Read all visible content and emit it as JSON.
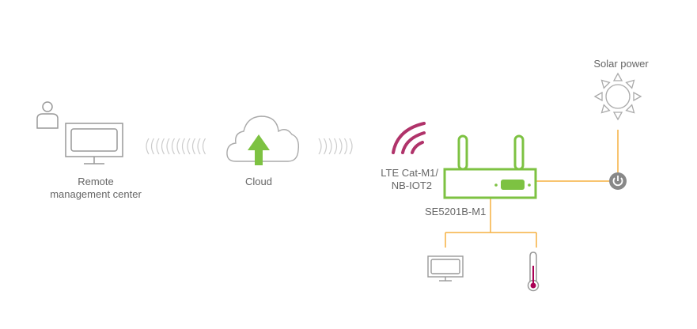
{
  "labels": {
    "remote_line1": "Remote",
    "remote_line2": "management center",
    "cloud": "Cloud",
    "lte_line1": "LTE Cat-M1/",
    "lte_line2": "NB-IOT2",
    "device": "SE5201B-M1",
    "solar": "Solar power"
  },
  "colors": {
    "device_green": "#7dc242",
    "signal_magenta": "#b0336a",
    "wire_orange": "#f5b041",
    "icon_gray": "#888888"
  },
  "icons": [
    "person-icon",
    "monitor-icon",
    "wave-left-icon",
    "cloud-upload-icon",
    "wave-right-icon",
    "lte-signal-icon",
    "gateway-device-icon",
    "power-icon",
    "sun-icon",
    "small-monitor-icon",
    "thermometer-icon"
  ]
}
